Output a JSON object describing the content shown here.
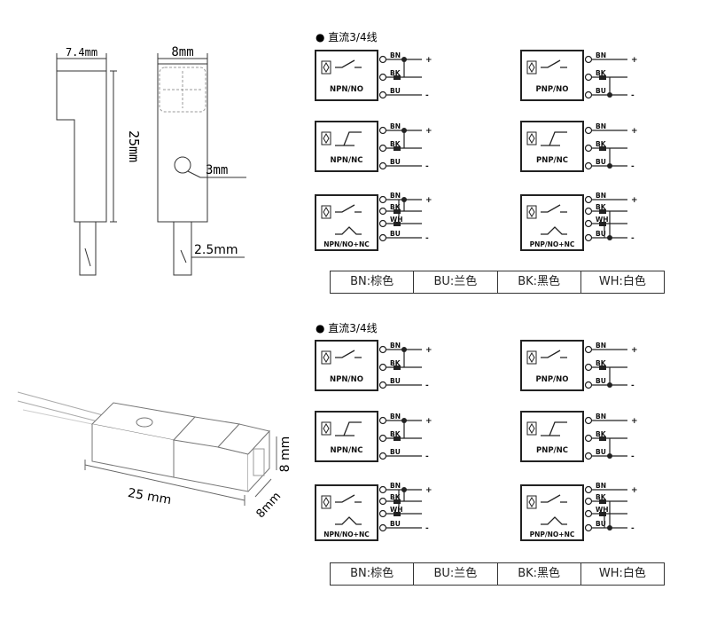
{
  "dimensions": {
    "side_width": "7.4mm",
    "front_width": "8mm",
    "height": "25mm",
    "hole": "3mm",
    "cable": "2.5mm",
    "iso_length": "25 mm",
    "iso_height": "8 mm",
    "iso_depth": "8mm"
  },
  "sections": [
    {
      "title": "● 直流3/4线",
      "diagrams": [
        {
          "label": "NPN/NO",
          "kind": "npn-no"
        },
        {
          "label": "PNP/NO",
          "kind": "pnp-no"
        },
        {
          "label": "NPN/NC",
          "kind": "npn-nc"
        },
        {
          "label": "PNP/NC",
          "kind": "pnp-nc"
        },
        {
          "label": "NPN/NO+NC",
          "kind": "npn-nonc"
        },
        {
          "label": "PNP/NO+NC",
          "kind": "pnp-nonc"
        }
      ],
      "legend": [
        "BN:棕色",
        "BU:兰色",
        "BK:黑色",
        "WH:白色"
      ]
    },
    {
      "title": "● 直流3/4线",
      "diagrams": [
        {
          "label": "NPN/NO",
          "kind": "npn-no"
        },
        {
          "label": "PNP/NO",
          "kind": "pnp-no"
        },
        {
          "label": "NPN/NC",
          "kind": "npn-nc"
        },
        {
          "label": "PNP/NC",
          "kind": "pnp-nc"
        },
        {
          "label": "NPN/NO+NC",
          "kind": "npn-nonc"
        },
        {
          "label": "PNP/NO+NC",
          "kind": "pnp-nonc"
        }
      ],
      "legend": [
        "BN:棕色",
        "BU:兰色",
        "BK:黑色",
        "WH:白色"
      ]
    }
  ],
  "wire_labels": {
    "bn": "BN",
    "bk": "BK",
    "bu": "BU",
    "wh": "WH",
    "plus": "+",
    "minus": "-"
  }
}
